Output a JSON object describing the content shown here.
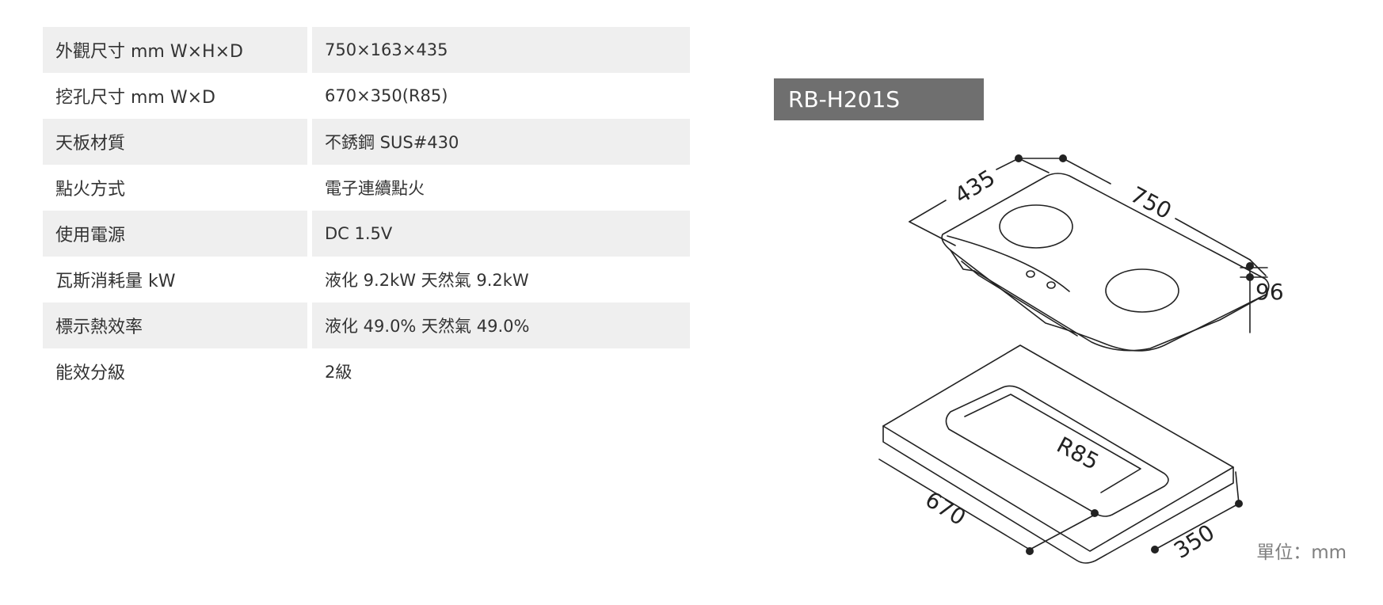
{
  "specs": [
    {
      "label": "外觀尺寸 mm W×H×D",
      "value": "750×163×435"
    },
    {
      "label": "挖孔尺寸 mm W×D",
      "value": "670×350(R85)"
    },
    {
      "label": "天板材質",
      "value": "不銹鋼 SUS#430"
    },
    {
      "label": "點火方式",
      "value": "電子連續點火"
    },
    {
      "label": "使用電源",
      "value": "DC 1.5V"
    },
    {
      "label": "瓦斯消耗量 kW",
      "value": "液化 9.2kW 天然氣 9.2kW"
    },
    {
      "label": "標示熱效率",
      "value": "液化 49.0% 天然氣 49.0%"
    },
    {
      "label": "能效分級",
      "value": "2級"
    }
  ],
  "model": "RB-H201S",
  "diagram": {
    "dim_depth": "435",
    "dim_width": "750",
    "dim_height": "96",
    "dim_radius": "R85",
    "dim_cut_width": "670",
    "dim_cut_depth": "350"
  },
  "unit_label": "單位：mm",
  "colors": {
    "row_shade": "#efefef",
    "badge_bg": "#6f6f6f",
    "text": "#333333",
    "unit_text": "#7f7f7f"
  }
}
